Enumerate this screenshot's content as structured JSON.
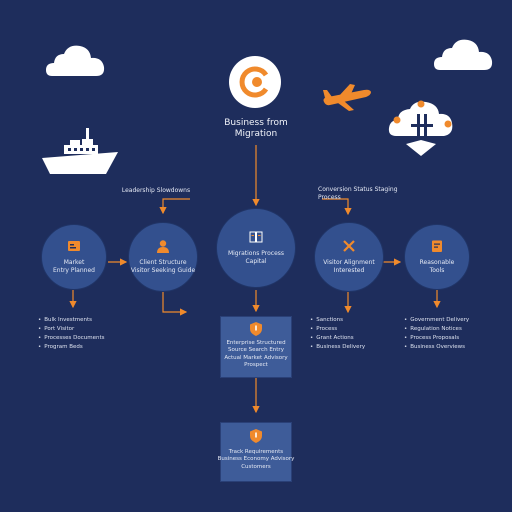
{
  "colors": {
    "background": "#1e2d5c",
    "node": "#33508e",
    "box": "#3e5c99",
    "accent": "#f08a2c",
    "white": "#ffffff"
  },
  "title": {
    "line1": "Business from",
    "line2": "Migration"
  },
  "top_labels": {
    "left": "Leadership Slowdowns",
    "right_line1": "Conversion Status Staging",
    "right_line2": "Process"
  },
  "nodes": [
    {
      "icon": "document-icon",
      "line1": "Market",
      "line2": "Entry Planned"
    },
    {
      "icon": "person-icon",
      "line1": "Client Structure",
      "line2": "Visitor Seeking Guide"
    },
    {
      "icon": "book-icon",
      "line1": "Migrations Process",
      "line2": "Capital"
    },
    {
      "icon": "tools-icon",
      "line1": "Visitor Alignment",
      "line2": "Interested"
    },
    {
      "icon": "clipboard-icon",
      "line1": "Reasonable",
      "line2": "Tools"
    }
  ],
  "bullets_left": [
    "Bulk Investments",
    "Port Visitor",
    "Processes Documents",
    "Program Beds"
  ],
  "bullets_mid": [
    "Sanctions",
    "Process",
    "Grant Actions",
    "Business Delivery"
  ],
  "bullets_right": [
    "Government Delivery",
    "Regulation Notices",
    "Process Proposals",
    "Business Overviews"
  ],
  "box1": {
    "icon": "shield-icon",
    "line1": "Enterprise Structured",
    "line2": "Source Search Entry",
    "line3": "Actual Market Advisory",
    "line4": "Prospect"
  },
  "box2": {
    "icon": "shield-icon",
    "line1": "Track Requirements",
    "line2": "Business Economy Advisory",
    "line3": "Customers"
  }
}
